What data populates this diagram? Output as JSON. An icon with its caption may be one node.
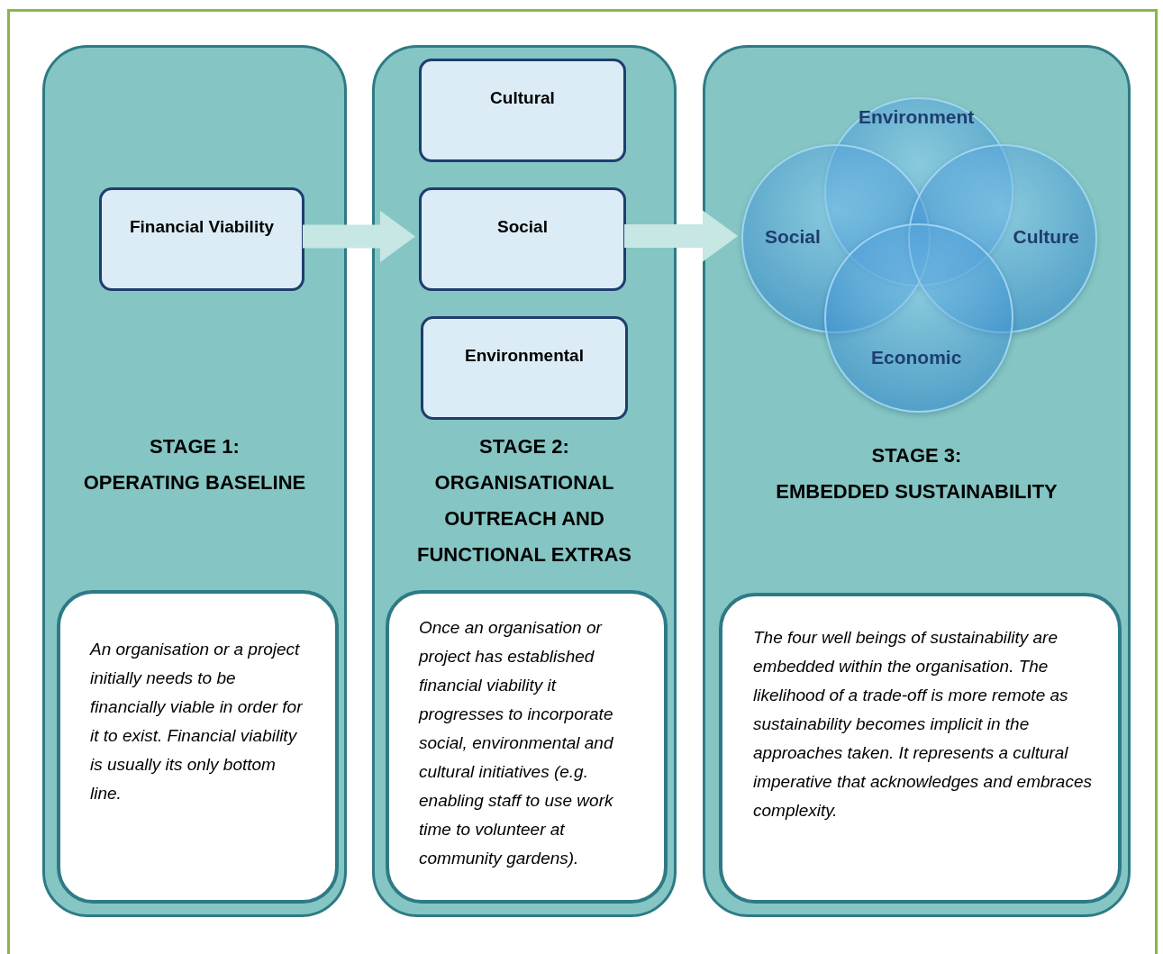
{
  "diagram": {
    "nodes": [
      {
        "text": [
          "STAGE 1:",
          "OPERATING BASELINE"
        ]
      },
      {
        "text": [
          "Financial Viability"
        ],
        "in": 0
      },
      {
        "text": [
          "An organisation or a project initially needs to be financially viable in order for it to exist. Financial viability is usually its only bottom line."
        ],
        "in": 0
      },
      {
        "text": [
          "STAGE 2:",
          "ORGANISATIONAL OUTREACH AND FUNCTIONAL EXTRAS"
        ]
      },
      {
        "text": [
          "Cultural"
        ],
        "in": 3
      },
      {
        "text": [
          "Social"
        ],
        "in": 3
      },
      {
        "text": [
          "Environmental"
        ],
        "in": 3
      },
      {
        "text": [
          "Once an organisation or project has established financial viability it progresses to incorporate social, environmental and cultural initiatives (e.g. enabling staff to use work time to volunteer at community gardens)."
        ],
        "in": 3
      },
      {
        "text": [
          "STAGE 3:",
          "EMBEDDED SUSTAINABILITY"
        ]
      },
      {
        "text": [
          "Environment"
        ],
        "in": 8
      },
      {
        "text": [
          "Social"
        ],
        "in": 8
      },
      {
        "text": [
          "Culture"
        ],
        "in": 8
      },
      {
        "text": [
          "Economic"
        ],
        "in": 8
      },
      {
        "text": [
          "The four well beings of sustainability are embedded within the organisation. The likelihood of a trade-off is more remote as sustainability becomes implicit in the approaches taken.  It represents a cultural imperative that acknowledges and embraces complexity."
        ],
        "in": 8
      }
    ],
    "edges": [
      {
        "from": 1,
        "to": 5,
        "arrow": "to"
      },
      {
        "from": 5,
        "to": 10,
        "arrow": "to"
      }
    ]
  }
}
